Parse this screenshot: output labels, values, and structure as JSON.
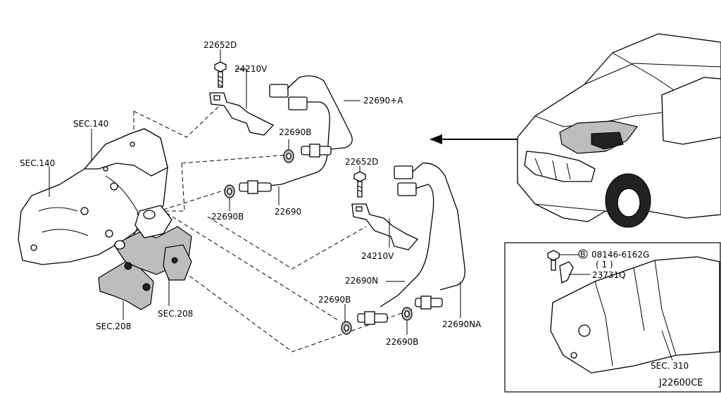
{
  "labels": {
    "bolt_top": "22652D",
    "bracket_top": "24210V",
    "sensor_a": "22690+A",
    "gasket_b1": "22690B",
    "gasket_b2": "22690B",
    "sensor_front": "22690",
    "sec140_upper": "SEC.140",
    "sec140_left": "SEC.140",
    "bolt_mid": "22652D",
    "bracket_mid": "24210V",
    "sensor_n": "22690N",
    "gasket_b3": "22690B",
    "gasket_b4": "22690B",
    "sensor_na": "22690NA",
    "sec208_a": "SEC.208",
    "sec208_b": "SEC.208",
    "inset_bolt_marker": "B",
    "inset_bolt_part": "08146-6162G",
    "inset_bolt_qty": "( 1 )",
    "inset_switch": "23731Q",
    "inset_sec": "SEC. 310",
    "diagram_code": "J22600CE"
  }
}
